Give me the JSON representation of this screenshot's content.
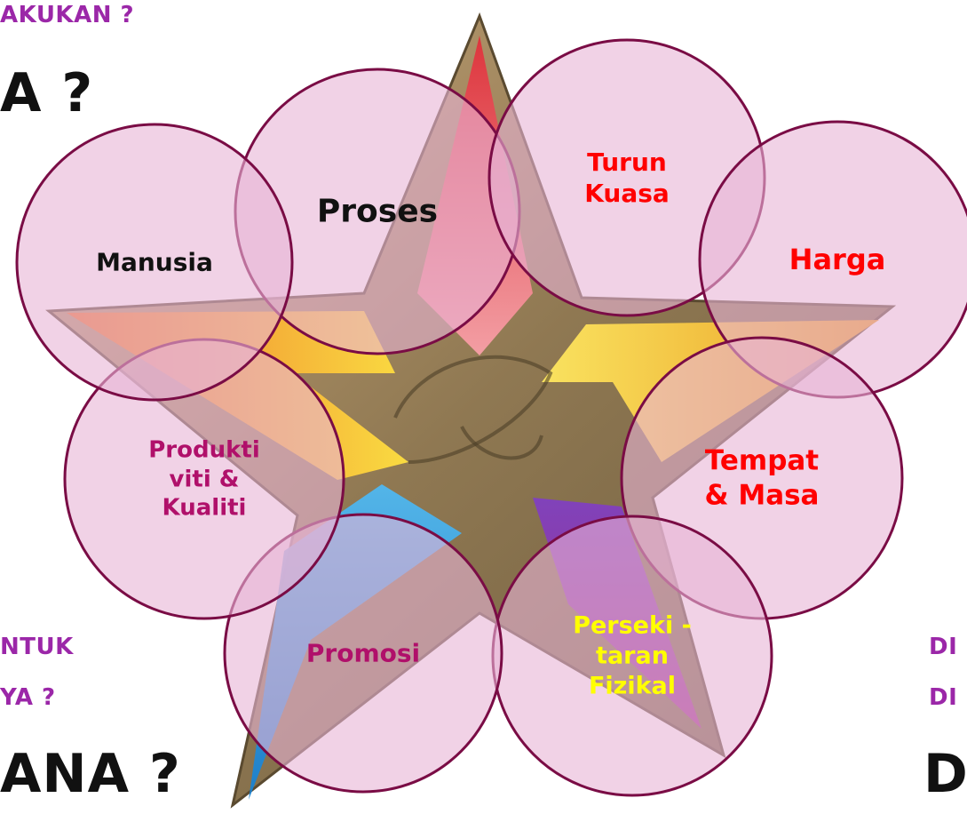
{
  "background_text": {
    "top_left_question": "AKUKAN ?",
    "top_left_big": "A ?",
    "bottom_left_q1": "NTUK",
    "bottom_left_q2": "YA ?",
    "bottom_left_big": "ANA ?",
    "bottom_right_q1": "DI",
    "bottom_right_q2": "DI",
    "bottom_right_big": "D"
  },
  "colors": {
    "circle_fill": "#e8b4d6",
    "circle_stroke": "#7a0c45",
    "label_black": "#111111",
    "label_red": "#ff0000",
    "label_magenta": "#b0106a",
    "label_yellow": "#ffff00",
    "question_purple": "#9b27a8"
  },
  "circles": [
    {
      "id": "proses",
      "label": "Proses",
      "color": "black"
    },
    {
      "id": "turun",
      "label": "Turun\nKuasa",
      "color": "red"
    },
    {
      "id": "harga",
      "label": "Harga",
      "color": "red"
    },
    {
      "id": "tempat",
      "label": "Tempat\n& Masa",
      "color": "red"
    },
    {
      "id": "persekitaran",
      "label": "Perseki -\ntaran\nFizikal",
      "color": "yellow"
    },
    {
      "id": "promosi",
      "label": "Promosi",
      "color": "magenta"
    },
    {
      "id": "produktiviti",
      "label": "Produkti\nviti &\nKualiti",
      "color": "magenta"
    },
    {
      "id": "manusia",
      "label": "Manusia",
      "color": "black"
    }
  ]
}
